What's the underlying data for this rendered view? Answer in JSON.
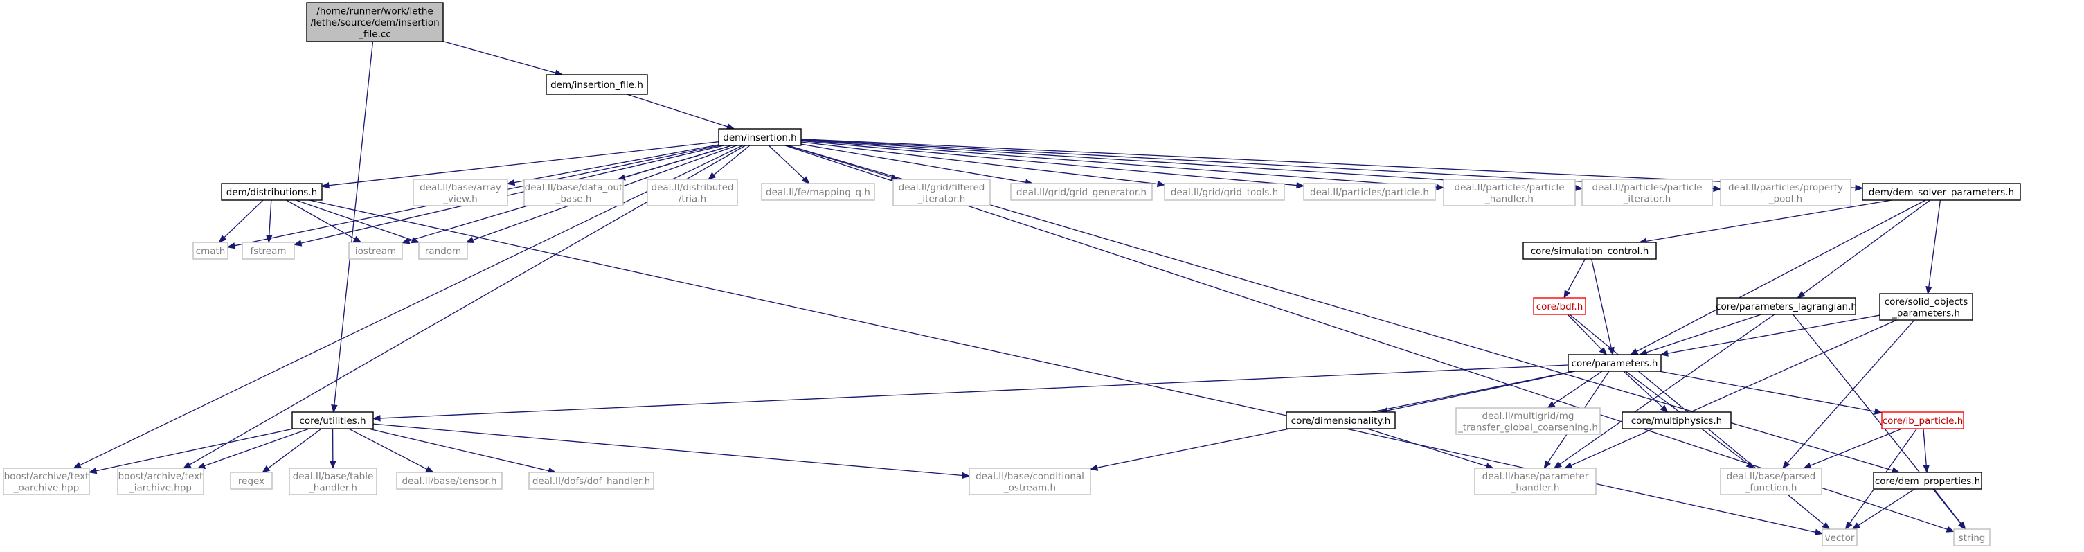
{
  "diagram": {
    "type": "include-dependency-graph",
    "styles": {
      "root": {
        "fill": "#bfbfbf",
        "stroke": "#000000",
        "text": "#000000"
      },
      "normal": {
        "fill": "#ffffff",
        "stroke": "#000000",
        "text": "#000000"
      },
      "ext": {
        "fill": "#ffffff",
        "stroke": "#bfbfbf",
        "text": "#7f7f7f"
      },
      "trunc": {
        "fill": "#ffffff",
        "stroke": "#ff0000",
        "text": "#bf0000"
      },
      "edge": "#191970"
    },
    "nodes": [
      {
        "id": "root",
        "style": "root",
        "lines": [
          "/home/runner/work/lethe",
          "/lethe/source/dem/insertion",
          "_file.cc"
        ]
      },
      {
        "id": "ins_file",
        "style": "normal",
        "lines": [
          "dem/insertion_file.h"
        ]
      },
      {
        "id": "ins",
        "style": "normal",
        "lines": [
          "dem/insertion.h"
        ]
      },
      {
        "id": "distributions",
        "style": "normal",
        "lines": [
          "dem/distributions.h"
        ]
      },
      {
        "id": "array_view",
        "style": "ext",
        "lines": [
          "deal.II/base/array",
          "_view.h"
        ]
      },
      {
        "id": "data_out",
        "style": "ext",
        "lines": [
          "deal.II/base/data_out",
          "_base.h"
        ]
      },
      {
        "id": "dist_tria",
        "style": "ext",
        "lines": [
          "deal.II/distributed",
          "/tria.h"
        ]
      },
      {
        "id": "mapping_q",
        "style": "ext",
        "lines": [
          "deal.II/fe/mapping_q.h"
        ]
      },
      {
        "id": "filtered_it",
        "style": "ext",
        "lines": [
          "deal.II/grid/filtered",
          "_iterator.h"
        ]
      },
      {
        "id": "grid_gen",
        "style": "ext",
        "lines": [
          "deal.II/grid/grid_generator.h"
        ]
      },
      {
        "id": "grid_tools",
        "style": "ext",
        "lines": [
          "deal.II/grid/grid_tools.h"
        ]
      },
      {
        "id": "particle",
        "style": "ext",
        "lines": [
          "deal.II/particles/particle.h"
        ]
      },
      {
        "id": "particle_handler",
        "style": "ext",
        "lines": [
          "deal.II/particles/particle",
          "_handler.h"
        ]
      },
      {
        "id": "particle_it",
        "style": "ext",
        "lines": [
          "deal.II/particles/particle",
          "_iterator.h"
        ]
      },
      {
        "id": "property_pool",
        "style": "ext",
        "lines": [
          "deal.II/particles/property",
          "_pool.h"
        ]
      },
      {
        "id": "dem_solver",
        "style": "normal",
        "lines": [
          "dem/dem_solver_parameters.h"
        ]
      },
      {
        "id": "cmath",
        "style": "ext",
        "lines": [
          "cmath"
        ]
      },
      {
        "id": "fstream",
        "style": "ext",
        "lines": [
          "fstream"
        ]
      },
      {
        "id": "iostream",
        "style": "ext",
        "lines": [
          "iostream"
        ]
      },
      {
        "id": "random",
        "style": "ext",
        "lines": [
          "random"
        ]
      },
      {
        "id": "sim_control",
        "style": "normal",
        "lines": [
          "core/simulation_control.h"
        ]
      },
      {
        "id": "bdf",
        "style": "trunc",
        "lines": [
          "core/bdf.h"
        ]
      },
      {
        "id": "params_lag",
        "style": "normal",
        "lines": [
          "core/parameters_lagrangian.h"
        ]
      },
      {
        "id": "solid_obj",
        "style": "normal",
        "lines": [
          "core/solid_objects",
          "_parameters.h"
        ]
      },
      {
        "id": "parameters",
        "style": "normal",
        "lines": [
          "core/parameters.h"
        ]
      },
      {
        "id": "utilities",
        "style": "normal",
        "lines": [
          "core/utilities.h"
        ]
      },
      {
        "id": "dimensionality",
        "style": "normal",
        "lines": [
          "core/dimensionality.h"
        ]
      },
      {
        "id": "mg_transfer",
        "style": "ext",
        "lines": [
          "deal.II/multigrid/mg",
          "_transfer_global_coarsening.h"
        ]
      },
      {
        "id": "multiphysics",
        "style": "normal",
        "lines": [
          "core/multiphysics.h"
        ]
      },
      {
        "id": "ib_particle",
        "style": "trunc",
        "lines": [
          "core/ib_particle.h"
        ]
      },
      {
        "id": "oarchive",
        "style": "ext",
        "lines": [
          "boost/archive/text",
          "_oarchive.hpp"
        ]
      },
      {
        "id": "iarchive",
        "style": "ext",
        "lines": [
          "boost/archive/text",
          "_iarchive.hpp"
        ]
      },
      {
        "id": "regex",
        "style": "ext",
        "lines": [
          "regex"
        ]
      },
      {
        "id": "table_handler",
        "style": "ext",
        "lines": [
          "deal.II/base/table",
          "_handler.h"
        ]
      },
      {
        "id": "tensor",
        "style": "ext",
        "lines": [
          "deal.II/base/tensor.h"
        ]
      },
      {
        "id": "dof_handler",
        "style": "ext",
        "lines": [
          "deal.II/dofs/dof_handler.h"
        ]
      },
      {
        "id": "cond_ostream",
        "style": "ext",
        "lines": [
          "deal.II/base/conditional",
          "_ostream.h"
        ]
      },
      {
        "id": "param_handler",
        "style": "ext",
        "lines": [
          "deal.II/base/parameter",
          "_handler.h"
        ]
      },
      {
        "id": "parsed_fn",
        "style": "ext",
        "lines": [
          "deal.II/base/parsed",
          "_function.h"
        ]
      },
      {
        "id": "dem_props",
        "style": "normal",
        "lines": [
          "core/dem_properties.h"
        ]
      },
      {
        "id": "vector",
        "style": "ext",
        "lines": [
          "vector"
        ]
      },
      {
        "id": "string",
        "style": "ext",
        "lines": [
          "string"
        ]
      }
    ],
    "edges": [
      [
        "root",
        "ins_file"
      ],
      [
        "root",
        "utilities"
      ],
      [
        "ins_file",
        "ins"
      ],
      [
        "ins",
        "distributions"
      ],
      [
        "ins",
        "array_view"
      ],
      [
        "ins",
        "data_out"
      ],
      [
        "ins",
        "dist_tria"
      ],
      [
        "ins",
        "mapping_q"
      ],
      [
        "ins",
        "filtered_it"
      ],
      [
        "ins",
        "grid_gen"
      ],
      [
        "ins",
        "grid_tools"
      ],
      [
        "ins",
        "particle"
      ],
      [
        "ins",
        "particle_handler"
      ],
      [
        "ins",
        "particle_it"
      ],
      [
        "ins",
        "property_pool"
      ],
      [
        "ins",
        "dem_solver"
      ],
      [
        "ins",
        "cmath"
      ],
      [
        "ins",
        "fstream"
      ],
      [
        "ins",
        "iostream"
      ],
      [
        "ins",
        "random"
      ],
      [
        "ins",
        "oarchive"
      ],
      [
        "ins",
        "iarchive"
      ],
      [
        "ins",
        "dem_props"
      ],
      [
        "ins",
        "string"
      ],
      [
        "distributions",
        "cmath"
      ],
      [
        "distributions",
        "fstream"
      ],
      [
        "distributions",
        "iostream"
      ],
      [
        "distributions",
        "random"
      ],
      [
        "distributions",
        "vector"
      ],
      [
        "dem_solver",
        "sim_control"
      ],
      [
        "dem_solver",
        "params_lag"
      ],
      [
        "dem_solver",
        "solid_obj"
      ],
      [
        "dem_solver",
        "parameters"
      ],
      [
        "sim_control",
        "bdf"
      ],
      [
        "sim_control",
        "parameters"
      ],
      [
        "bdf",
        "parameters"
      ],
      [
        "bdf",
        "vector"
      ],
      [
        "params_lag",
        "parameters"
      ],
      [
        "params_lag",
        "param_handler"
      ],
      [
        "params_lag",
        "string"
      ],
      [
        "solid_obj",
        "parameters"
      ],
      [
        "solid_obj",
        "param_handler"
      ],
      [
        "solid_obj",
        "parsed_fn"
      ],
      [
        "parameters",
        "utilities"
      ],
      [
        "parameters",
        "dimensionality"
      ],
      [
        "parameters",
        "mg_transfer"
      ],
      [
        "parameters",
        "multiphysics"
      ],
      [
        "parameters",
        "ib_particle"
      ],
      [
        "parameters",
        "cond_ostream"
      ],
      [
        "parameters",
        "param_handler"
      ],
      [
        "parameters",
        "parsed_fn"
      ],
      [
        "utilities",
        "oarchive"
      ],
      [
        "utilities",
        "iarchive"
      ],
      [
        "utilities",
        "regex"
      ],
      [
        "utilities",
        "table_handler"
      ],
      [
        "utilities",
        "tensor"
      ],
      [
        "utilities",
        "dof_handler"
      ],
      [
        "utilities",
        "cond_ostream"
      ],
      [
        "dimensionality",
        "param_handler"
      ],
      [
        "ib_particle",
        "dem_props"
      ],
      [
        "ib_particle",
        "parsed_fn"
      ],
      [
        "ib_particle",
        "vector"
      ],
      [
        "dem_props",
        "vector"
      ],
      [
        "dem_props",
        "string"
      ]
    ]
  }
}
